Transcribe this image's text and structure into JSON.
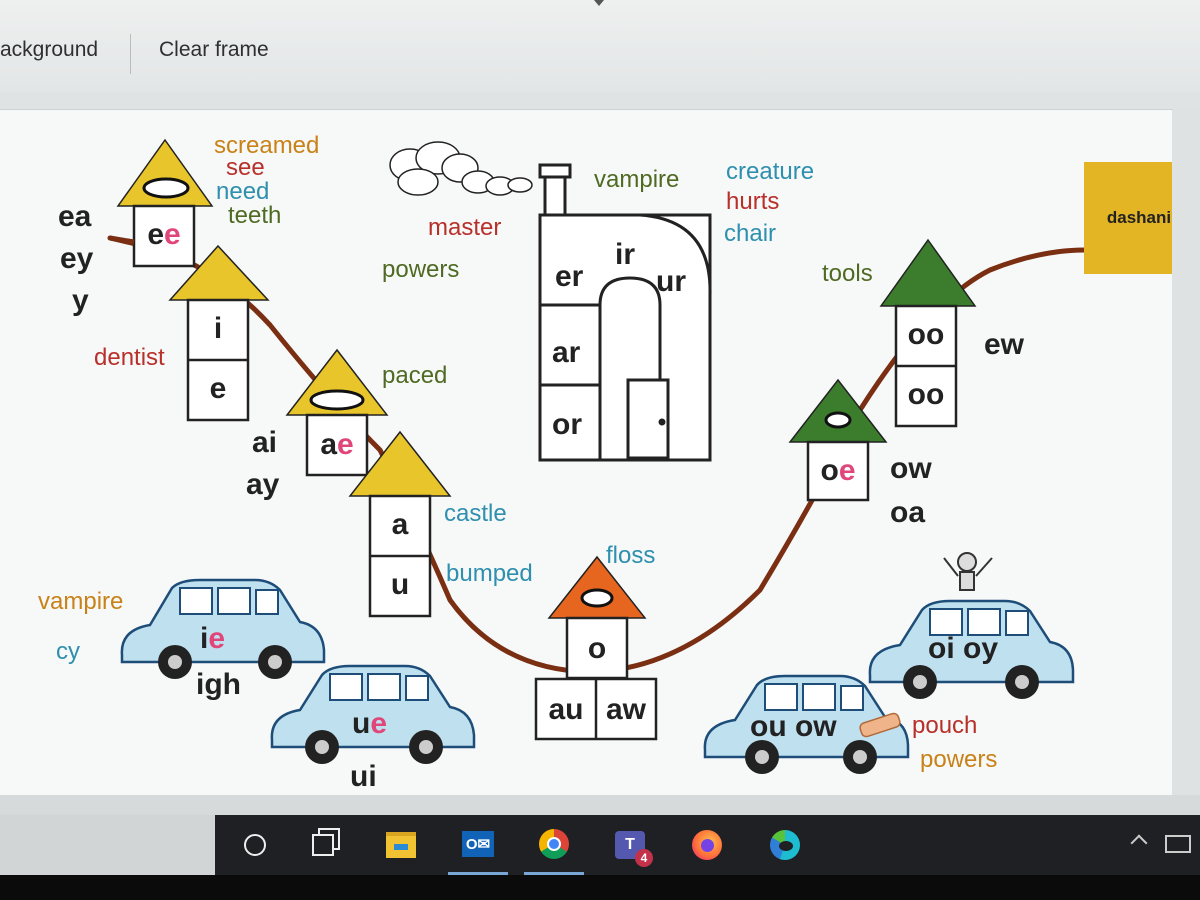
{
  "menu": {
    "background_label": "ackground",
    "clear_frame_label": "Clear frame"
  },
  "colors": {
    "orange_word": "#c98218",
    "red_word": "#b8302a",
    "blue_word": "#2e8fae",
    "green_word": "#4f6a22",
    "yellow_roof": "#e8c52a",
    "green_roof": "#3b7d2c",
    "orange_roof": "#e6651f",
    "car_body": "#bfe0ef",
    "road": "#7a2e12",
    "sticky": "#e3b525",
    "pink_letter": "#e0467a"
  },
  "sticky_note": {
    "text": "dashani"
  },
  "houses": {
    "ee_house": {
      "cells": [
        "ee"
      ]
    },
    "i_e_house": {
      "cells": [
        "i",
        "e"
      ]
    },
    "ae_house": {
      "cells": [
        "ae"
      ]
    },
    "a_u_house": {
      "cells": [
        "a",
        "u"
      ]
    },
    "o_house": {
      "cells": [
        "o"
      ],
      "base": [
        "au",
        "aw"
      ]
    },
    "oe_house": {
      "cells": [
        "oe"
      ]
    },
    "oo_house": {
      "cells": [
        "oo",
        "oo"
      ]
    },
    "big_house": {
      "cells": [
        "er",
        "ir",
        "ur",
        "ar",
        "or"
      ]
    }
  },
  "cars": {
    "ie_car": "ie",
    "ue_car": "ue",
    "ou_ow_car": "ou ow",
    "oi_oy_car": "oi oy"
  },
  "labels": {
    "ea": "ea",
    "ey": "ey",
    "y": "y",
    "ai": "ai",
    "ay": "ay",
    "igh": "igh",
    "ui": "ui",
    "ew": "ew",
    "ow": "ow",
    "oa": "oa"
  },
  "words": {
    "screamed": "screamed",
    "see": "see",
    "need": "need",
    "teeth": "teeth",
    "master": "master",
    "powers_left": "powers",
    "vampire_top": "vampire",
    "creature": "creature",
    "hurts": "hurts",
    "chair": "chair",
    "dentist": "dentist",
    "paced": "paced",
    "castle": "castle",
    "bumped": "bumped",
    "floss": "floss",
    "tools": "tools",
    "vampire_left": "vampire",
    "cy": "cy",
    "pouch": "pouch",
    "powers_right": "powers"
  },
  "taskbar": {
    "icons": [
      "cortana-icon",
      "task-view-icon",
      "file-explorer-icon",
      "outlook-icon",
      "chrome-icon",
      "teams-icon",
      "firefox-icon",
      "edge-icon"
    ],
    "teams_badge": "4"
  }
}
